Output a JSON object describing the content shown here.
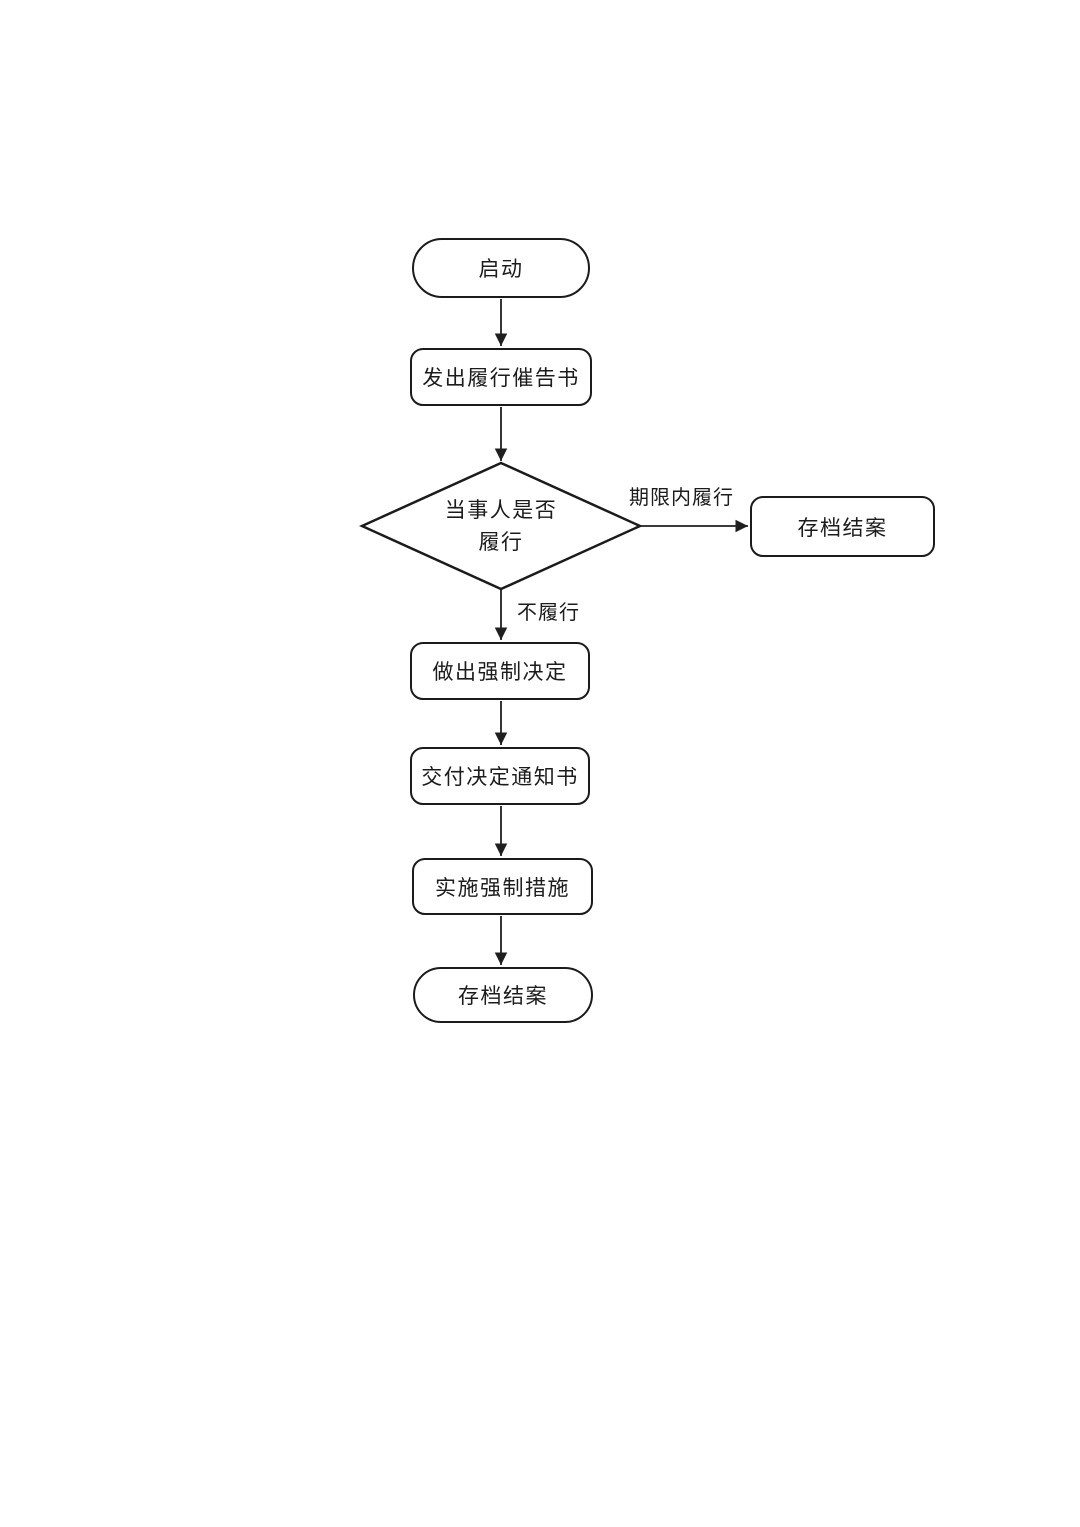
{
  "colors": {
    "background": "#ffffff",
    "line": "#1f1f1f",
    "node_border": "#1b1b1b",
    "node_fill": "#ffffff",
    "text": "#1c1c1c"
  },
  "flowchart": {
    "nodes": {
      "start": {
        "type": "terminator",
        "label": "启动"
      },
      "issue_notice": {
        "type": "process",
        "label": "发出履行催告书"
      },
      "decision": {
        "type": "decision",
        "label_line1": "当事人是否",
        "label_line2": "履行"
      },
      "archive_right": {
        "type": "process",
        "label": "存档结案"
      },
      "make_decision": {
        "type": "process",
        "label": "做出强制决定"
      },
      "deliver_notice": {
        "type": "process",
        "label": "交付决定通知书"
      },
      "enforce_measures": {
        "type": "process",
        "label": "实施强制措施"
      },
      "archive_end": {
        "type": "terminator",
        "label": "存档结案"
      }
    },
    "edge_labels": {
      "fulfilled_in_time": "期限内履行",
      "not_fulfilled": "不履行"
    }
  }
}
